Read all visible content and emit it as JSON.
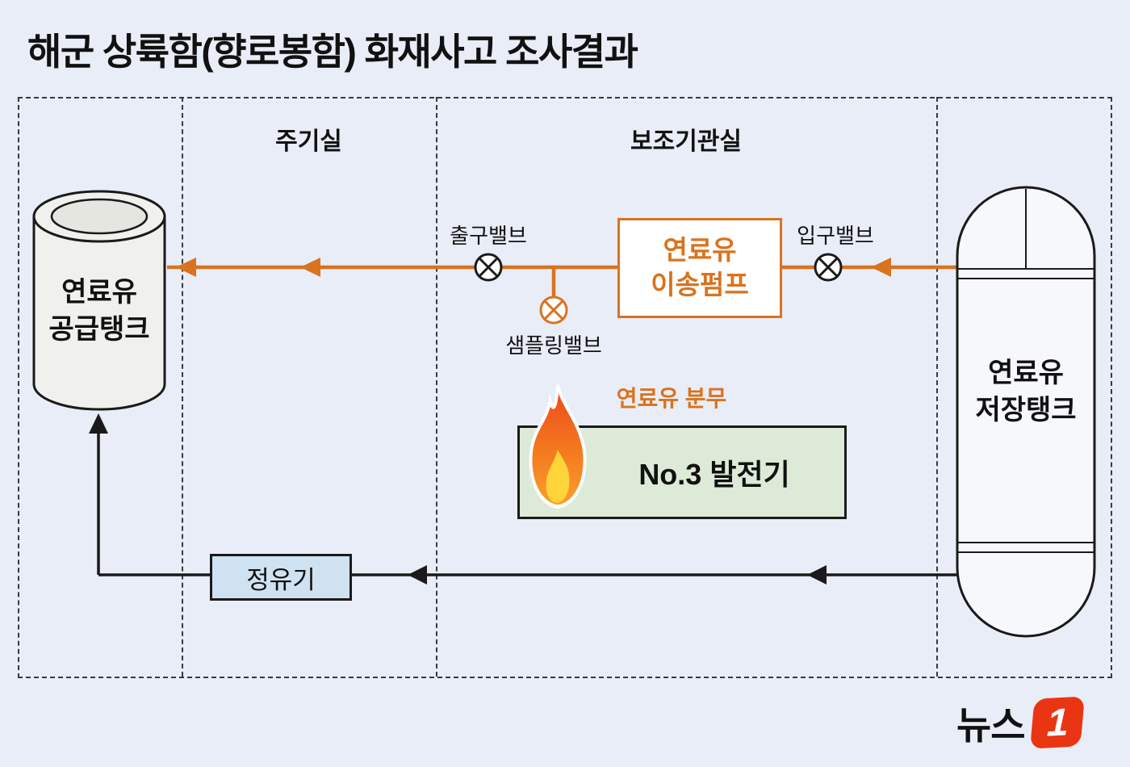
{
  "title": "해군 상륙함(향로봉함) 화재사고 조사결과",
  "sections": {
    "main_engine_room": "주기실",
    "aux_engine_room": "보조기관실"
  },
  "supply_tank": {
    "line1": "연료유",
    "line2": "공급탱크"
  },
  "storage_tank": {
    "line1": "연료유",
    "line2": "저장탱크"
  },
  "pump": {
    "line1": "연료유",
    "line2": "이송펌프"
  },
  "valves": {
    "outlet": "출구밸브",
    "sampling": "샘플링밸브",
    "inlet": "입구밸브"
  },
  "generator": {
    "label": "No.3 발전기"
  },
  "spray": {
    "label": "연료유 분무"
  },
  "purifier": {
    "label": "정유기"
  },
  "logo": {
    "text": "뉴스",
    "number": "1"
  },
  "colors": {
    "background": "#e9edf7",
    "accent_orange": "#d9731f",
    "generator_green": "#dcead7",
    "purifier_blue": "#cfe2f2",
    "logo_red": "#ea3512",
    "line_black": "#1a1a1a"
  }
}
